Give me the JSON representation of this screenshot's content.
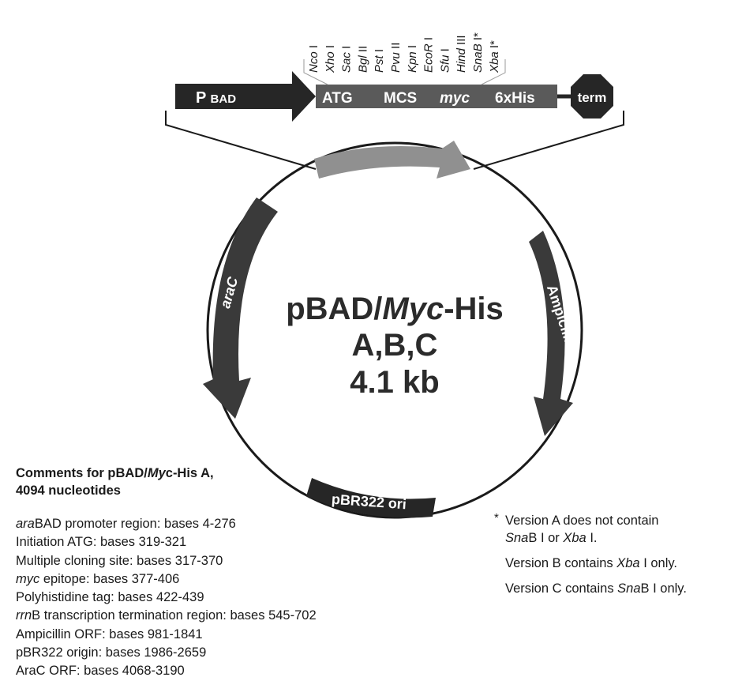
{
  "cassette": {
    "promoter": "PBAD",
    "atg": "ATG",
    "mcs": "MCS",
    "myc": "myc",
    "his": "6xHis",
    "term": "term"
  },
  "sites": [
    {
      "name": "Nco",
      "suffix": " I"
    },
    {
      "name": "Xho",
      "suffix": " I"
    },
    {
      "name": "Sac",
      "suffix": " I"
    },
    {
      "name": "Bgl",
      "suffix": " II"
    },
    {
      "name": "Pst",
      "suffix": " I"
    },
    {
      "name": "Pvu",
      "suffix": " II"
    },
    {
      "name": "Kpn",
      "suffix": " I"
    },
    {
      "name": "EcoR",
      "suffix": " I"
    },
    {
      "name": "Sfu",
      "suffix": " I"
    },
    {
      "name": "Hind",
      "suffix": " III"
    },
    {
      "name": "SnaB",
      "suffix": " I*"
    },
    {
      "name": "Xba",
      "suffix": " I*"
    }
  ],
  "plasmid": {
    "name_line1_a": "pBAD/",
    "name_line1_b": "Myc",
    "name_line1_c": "-His",
    "name_line2": "A,B,C",
    "size": "4.1 kb",
    "features": {
      "arac": "araC",
      "ampicillin": "Ampicillin",
      "ori": "pBR322 ori"
    }
  },
  "comments": {
    "title_a": "Comments for pBAD/",
    "title_b": "My",
    "title_c": "c-His A,",
    "title_line2": "4094 nucleotides",
    "lines": [
      {
        "italic": "ara",
        "text": "BAD promoter region: bases 4-276"
      },
      {
        "italic": "",
        "text": "Initiation ATG: bases 319-321"
      },
      {
        "italic": "",
        "text": "Multiple cloning site: bases 317-370"
      },
      {
        "italic": "myc",
        "text": " epitope: bases 377-406"
      },
      {
        "italic": "",
        "text": "Polyhistidine tag: bases 422-439"
      },
      {
        "italic": "rrn",
        "text": "B transcription termination region: bases 545-702"
      },
      {
        "italic": "",
        "text": "Ampicillin ORF: bases 981-1841"
      },
      {
        "italic": "",
        "text": "pBR322 origin: bases 1986-2659"
      },
      {
        "italic": "",
        "text": "AraC ORF: bases 4068-3190"
      }
    ]
  },
  "notes": {
    "star": "*",
    "a_1": "Version A does not contain",
    "a_2a": "Sna",
    "a_2b": "B I or ",
    "a_2c": "Xba",
    "a_2d": " I.",
    "b_1": "Version B contains ",
    "b_2": "Xba",
    "b_3": " I only.",
    "c_1": "Version C contains ",
    "c_2": "Sna",
    "c_3": "B I only."
  }
}
